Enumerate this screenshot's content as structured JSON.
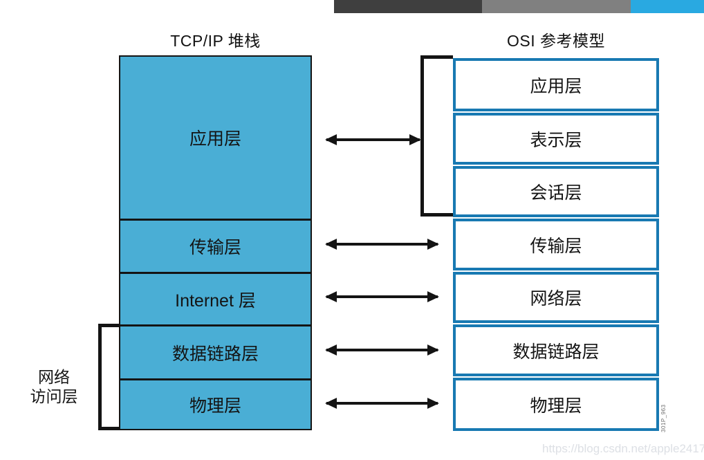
{
  "titles": {
    "left": "TCP/IP 堆栈",
    "right": "OSI 参考模型"
  },
  "tcpip": {
    "layers": [
      {
        "label": "应用层"
      },
      {
        "label": "传输层"
      },
      {
        "label": "Internet 层"
      },
      {
        "label": "数据链路层"
      },
      {
        "label": "物理层"
      }
    ],
    "group_label": {
      "line1": "网络",
      "line2": "访问层"
    }
  },
  "osi": {
    "layers": [
      {
        "label": "应用层"
      },
      {
        "label": "表示层"
      },
      {
        "label": "会话层"
      },
      {
        "label": "传输层"
      },
      {
        "label": "网络层"
      },
      {
        "label": "数据链路层"
      },
      {
        "label": "物理层"
      }
    ]
  },
  "icons": {
    "double_arrow": "double-headed-arrow"
  },
  "footer": {
    "figure_id": "301P_963",
    "watermark": "https://blog.csdn.net/apple2417"
  },
  "colors": {
    "box_fill": "#4AAED5",
    "osi_border": "#1879B2",
    "bar_dark": "#3F3F3F",
    "bar_gray": "#808080",
    "bar_blue": "#29A9E1",
    "watermark": "#DDE0E5"
  }
}
